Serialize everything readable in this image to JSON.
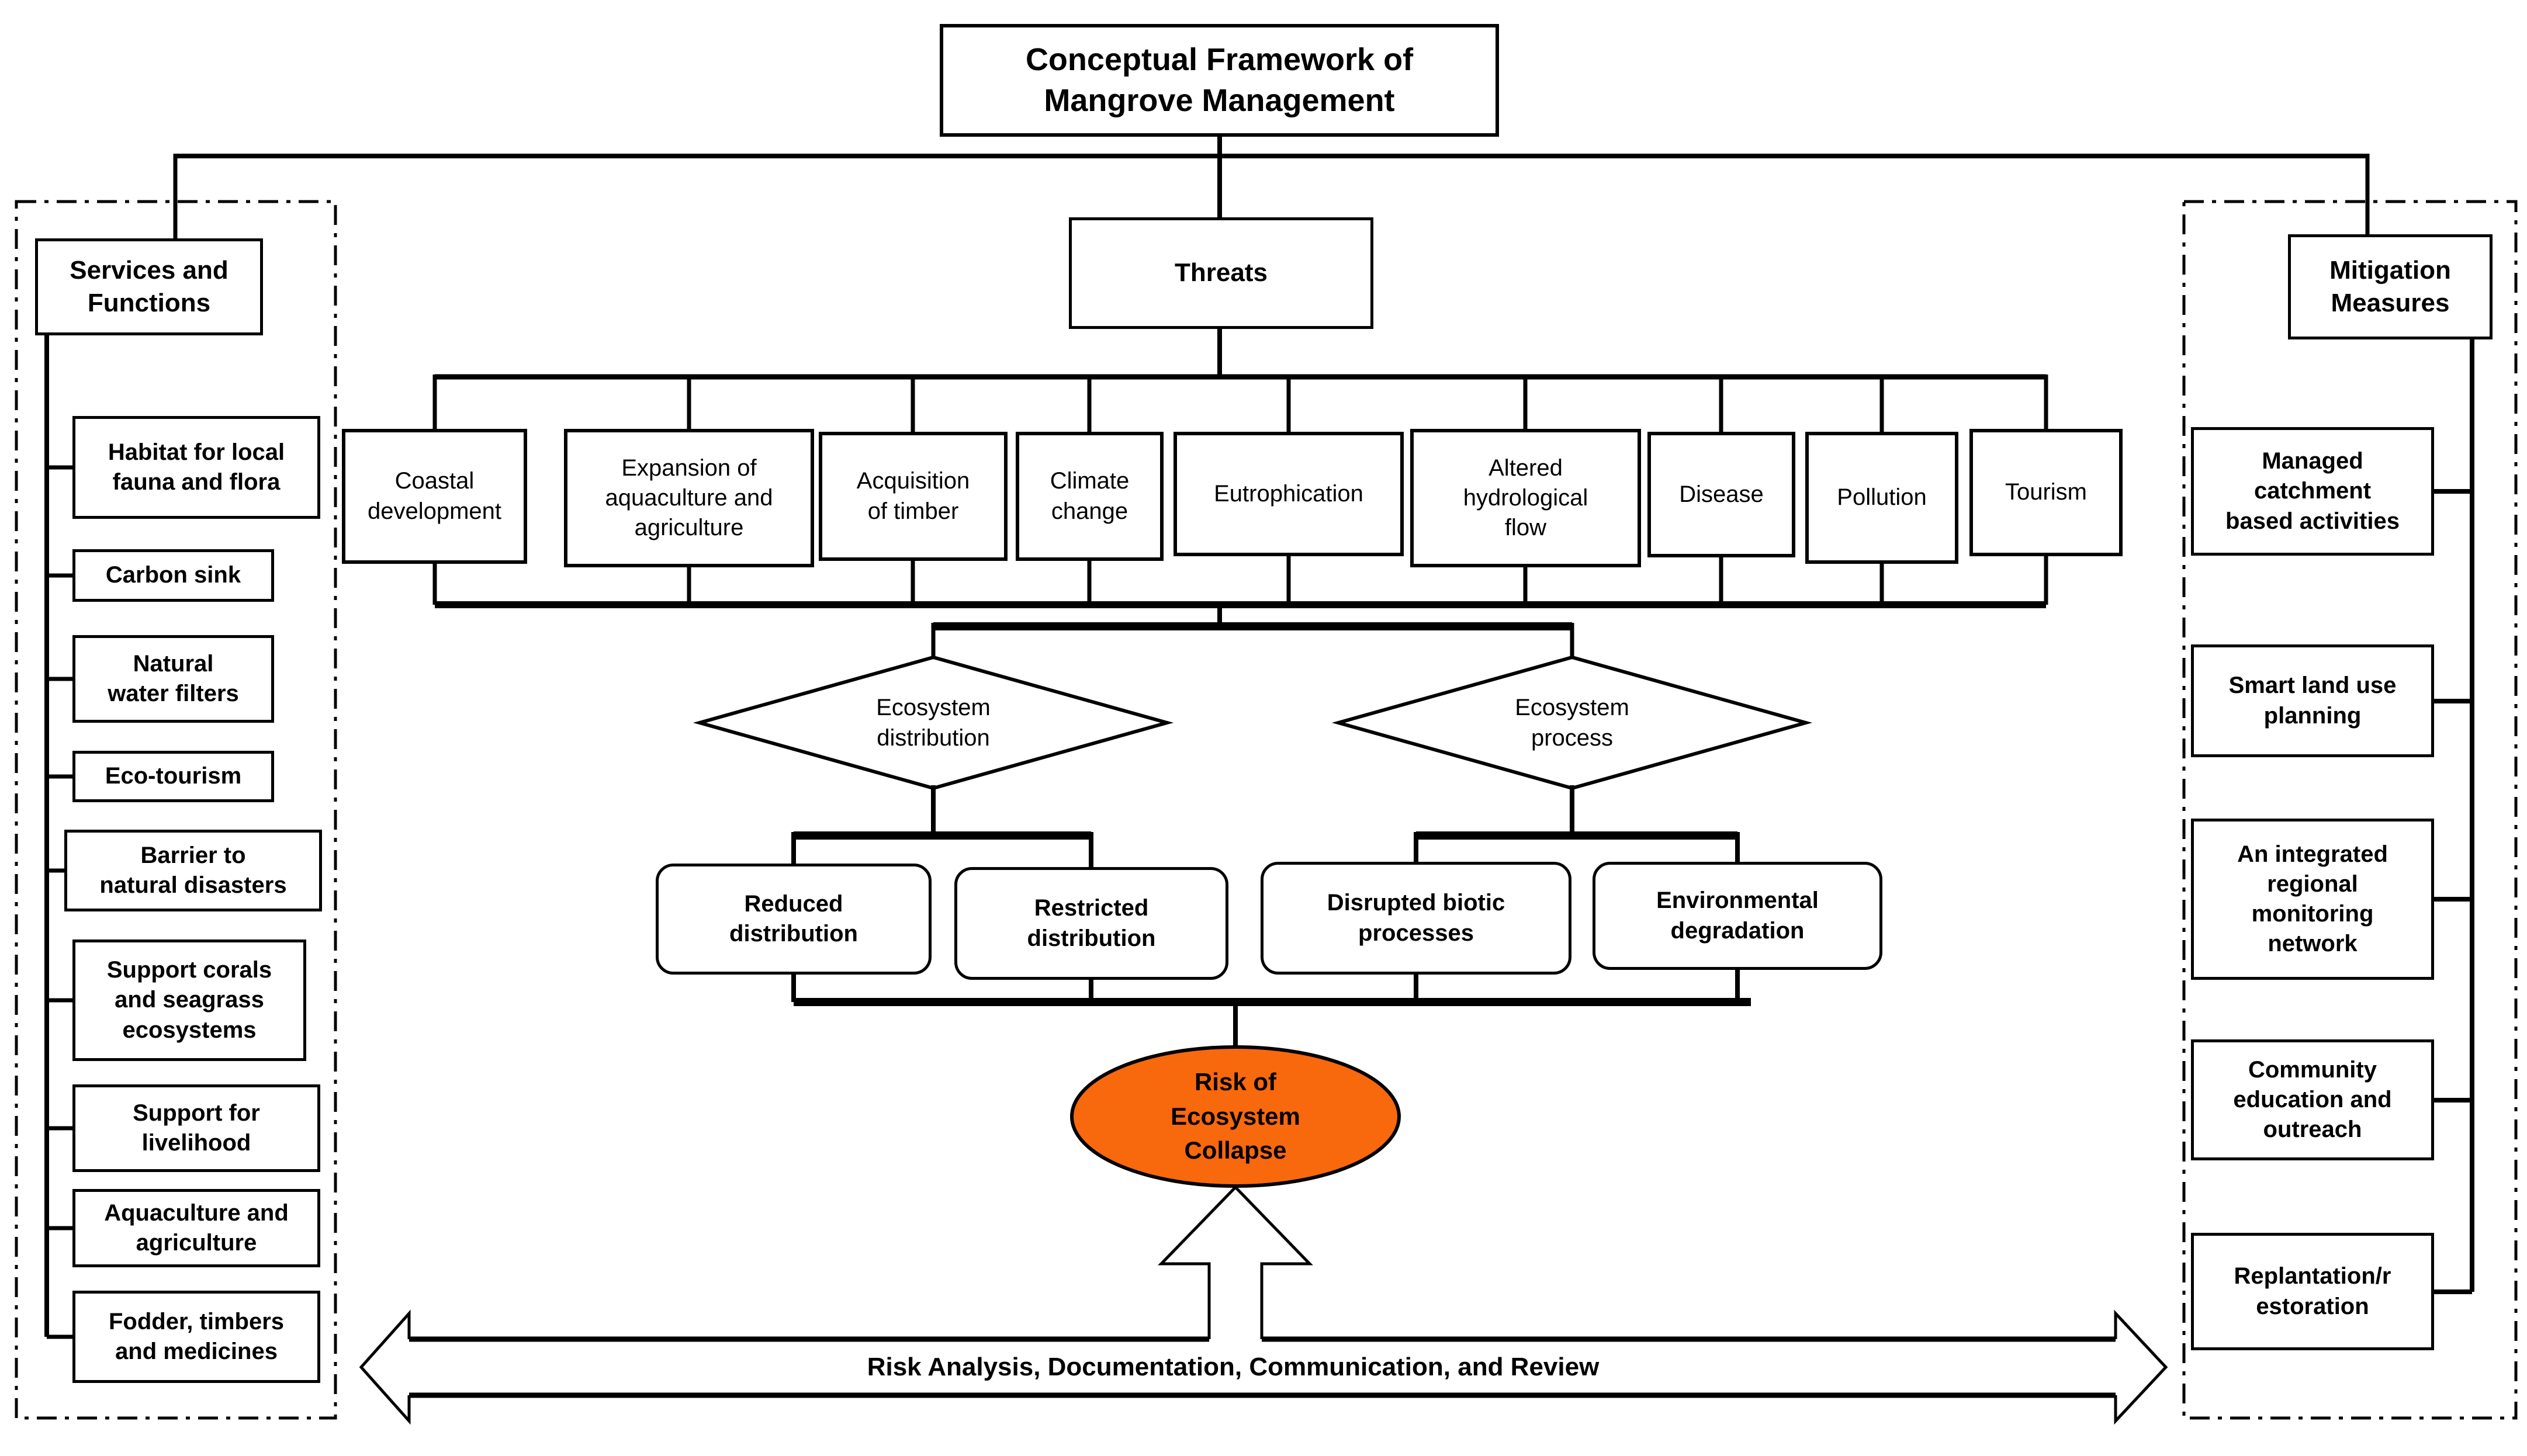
{
  "title": "Conceptual Framework of\nMangrove Management",
  "services": {
    "header": "Services and\nFunctions",
    "items": [
      {
        "label": "Habitat for local\nfauna and flora"
      },
      {
        "label": "Carbon sink"
      },
      {
        "label": "Natural\nwater filters"
      },
      {
        "label": "Eco-tourism"
      },
      {
        "label": "Barrier to\nnatural disasters"
      },
      {
        "label": "Support corals\nand seagrass\necosystems"
      },
      {
        "label": "Support for\nlivelihood"
      },
      {
        "label": "Aquaculture and\nagriculture"
      },
      {
        "label": "Fodder, timbers\nand medicines"
      }
    ]
  },
  "threats": {
    "header": "Threats",
    "items": [
      {
        "label": "Coastal\ndevelopment"
      },
      {
        "label": "Expansion of\naquaculture and\nagriculture"
      },
      {
        "label": "Acquisition\nof timber"
      },
      {
        "label": "Climate\nchange"
      },
      {
        "label": "Eutrophication"
      },
      {
        "label": "Altered\nhydrological\nflow"
      },
      {
        "label": "Disease"
      },
      {
        "label": "Pollution"
      },
      {
        "label": "Tourism"
      }
    ]
  },
  "assessment": {
    "diamonds": [
      {
        "label": "Ecosystem\ndistribution"
      },
      {
        "label": "Ecosystem\nprocess"
      }
    ],
    "outcomes": [
      {
        "label": "Reduced\ndistribution"
      },
      {
        "label": "Restricted\ndistribution"
      },
      {
        "label": "Disrupted biotic\nprocesses"
      },
      {
        "label": "Environmental\ndegradation"
      }
    ]
  },
  "risk": {
    "label": "Risk of\nEcosystem\nCollapse",
    "color": "#F8680D"
  },
  "mitigation": {
    "header": "Mitigation\nMeasures",
    "items": [
      {
        "label": "Managed\ncatchment\nbased activities"
      },
      {
        "label": "Smart land use\nplanning"
      },
      {
        "label": "An integrated\nregional\nmonitoring\nnetwork"
      },
      {
        "label": "Community\neducation and\noutreach"
      },
      {
        "label": "Replantation/r\nestoration"
      }
    ]
  },
  "bottom_arrow": {
    "label": "Risk Analysis, Documentation, Communication, and Review"
  }
}
